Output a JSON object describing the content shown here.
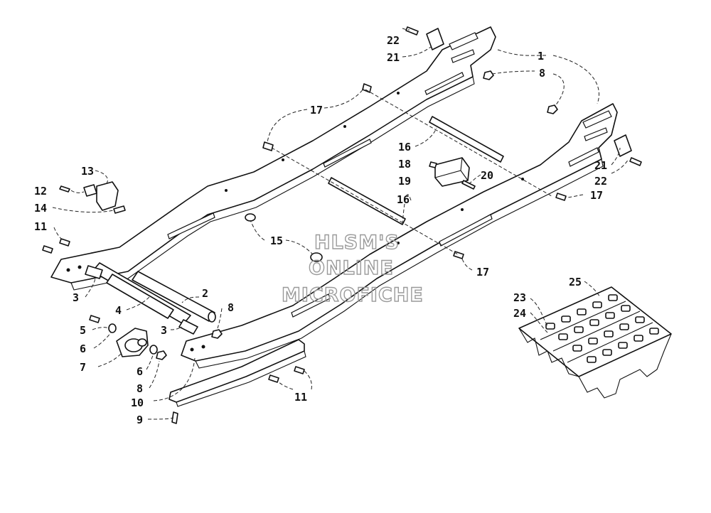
{
  "watermark": {
    "line1": "HLSM'S",
    "line2": "ONLINE",
    "line3": "MICROFICHE"
  },
  "callouts": {
    "c1": "1",
    "c2": "2",
    "c3a": "3",
    "c3b": "3",
    "c4": "4",
    "c5": "5",
    "c6a": "6",
    "c6b": "6",
    "c7": "7",
    "c8a": "8",
    "c8b": "8",
    "c8c": "8",
    "c9": "9",
    "c10": "10",
    "c11a": "11",
    "c11b": "11",
    "c12": "12",
    "c13": "13",
    "c14": "14",
    "c15": "15",
    "c16a": "16",
    "c16b": "16",
    "c17a": "17",
    "c17b": "17",
    "c17c": "17",
    "c18": "18",
    "c19": "19",
    "c20": "20",
    "c21a": "21",
    "c21b": "21",
    "c22a": "22",
    "c22b": "22",
    "c23": "23",
    "c24": "24",
    "c25": "25"
  }
}
